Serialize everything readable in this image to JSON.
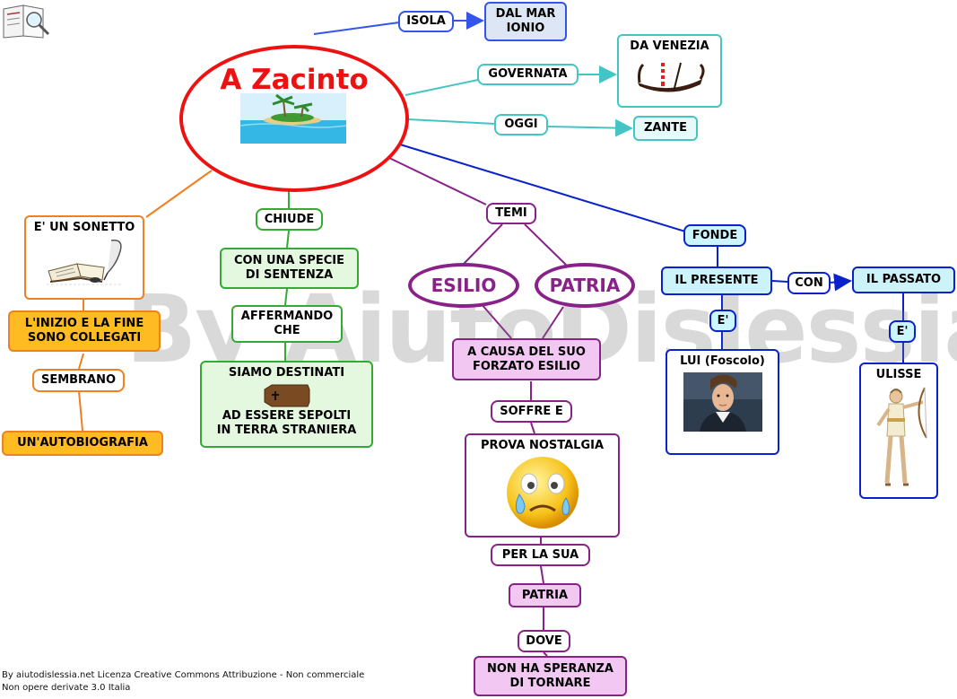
{
  "title": "A Zacinto",
  "watermark": "By AiutoDislessia.net",
  "footer": {
    "line1": "By aiutodislessia.net Licenza Creative Commons Attribuzione - Non commerciale",
    "line2": "Non opere derivate 3.0 Italia"
  },
  "nodes": {
    "isola": "ISOLA",
    "dal_mar_ionio": [
      "DAL MAR",
      "IONIO"
    ],
    "governata": "GOVERNATA",
    "da_venezia": "DA VENEZIA",
    "oggi": "OGGI",
    "zante": "ZANTE",
    "e_un_sonetto": "E' UN SONETTO",
    "inizio_fine": [
      "L'INIZIO E LA FINE",
      "SONO COLLEGATI"
    ],
    "sembrano": "SEMBRANO",
    "autobiografia": "UN'AUTOBIOGRAFIA",
    "chiude": "CHIUDE",
    "specie_sentenza": [
      "CON UNA SPECIE",
      "DI SENTENZA"
    ],
    "affermando_che": [
      "AFFERMANDO",
      "CHE"
    ],
    "siamo_destinati": "SIAMO DESTINATI",
    "sepolti": [
      "AD ESSERE SEPOLTI",
      "IN TERRA STRANIERA"
    ],
    "temi": "TEMI",
    "esilio": "ESILIO",
    "patria": "PATRIA",
    "causa_esilio": [
      "A CAUSA DEL SUO",
      "FORZATO ESILIO"
    ],
    "soffre_e": "SOFFRE E",
    "prova_nostalgia": "PROVA NOSTALGIA",
    "per_la_sua": "PER LA SUA",
    "patria_2": "PATRIA",
    "dove": "DOVE",
    "nessuna_speranza": [
      "NON HA SPERANZA",
      "DI TORNARE"
    ],
    "fonde": "FONDE",
    "il_presente": "IL PRESENTE",
    "con": "CON",
    "il_passato": "IL PASSATO",
    "e_1": "E'",
    "e_2": "E'",
    "lui_foscolo": "LUI (Foscolo)",
    "ulisse": "ULISSE"
  },
  "colors": {
    "red": "#ee1111",
    "blue": "#3355ee",
    "teal": "#44c5c5",
    "green": "#33aa33",
    "orange": "#f08020",
    "purple": "#882288",
    "navy": "#0a22cc"
  }
}
